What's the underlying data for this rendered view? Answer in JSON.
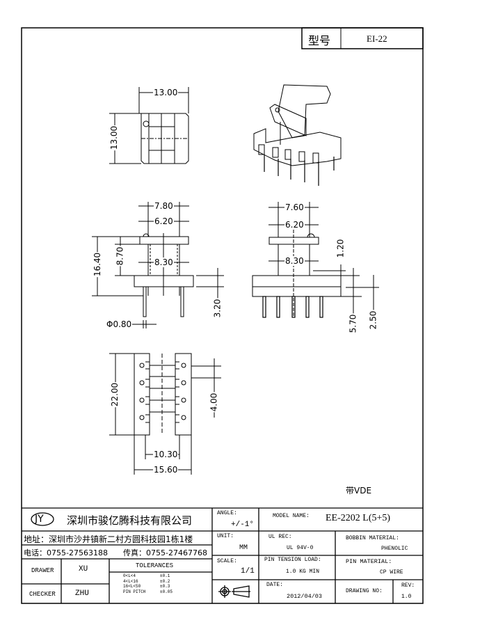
{
  "header": {
    "model_label": "型号",
    "model_value": "EI-22"
  },
  "dimensions": {
    "top_width": "13.00",
    "top_height": "13.00",
    "front": {
      "w1": "7.80",
      "w2": "6.20",
      "w3": "8.30",
      "h_total": "16.40",
      "h_window": "8.70",
      "pin_len": "3.20",
      "pin_dia": "Φ0.80"
    },
    "side": {
      "w1": "7.60",
      "w2": "6.20",
      "w3": "8.30",
      "h1": "1.20",
      "h2": "5.70",
      "h3": "2.50"
    },
    "bottom": {
      "length": "22.00",
      "pitch": "4.00",
      "inner": "10.30",
      "outer": "15.60"
    }
  },
  "note": "带VDE",
  "title_block": {
    "logo": "JY",
    "company": "深圳市骏亿腾科技有限公司",
    "address": "地址：深圳市沙井镇新二村方圆科技园1栋1楼",
    "phone": "电话：0755-27563188",
    "fax": "传真：0755-27467768",
    "drawer_label": "DRAWER",
    "drawer": "XU",
    "checker_label": "CHECKER",
    "checker": "ZHU",
    "tolerances_label": "TOLERANCES",
    "tolerances": [
      {
        "range": "0<L<4",
        "value": "±0.1"
      },
      {
        "range": "4<L<16",
        "value": "±0.2"
      },
      {
        "range": "16<L<50",
        "value": "±0.3"
      },
      {
        "range": "PIN PITCH",
        "value": "±0.05"
      }
    ],
    "angle_label": "ANGLE:",
    "angle": "+/-1°",
    "unit_label": "UNIT:",
    "unit": "MM",
    "scale_label": "SCALE:",
    "scale": "1/1",
    "model_name_label": "MODEL NAME:",
    "model_name": "EE-2202 L(5+5)",
    "ul_label": "UL REC:",
    "ul": "UL 94V-0",
    "bobbin_label": "BOBBIN MATERIAL:",
    "bobbin": "PHENOLIC",
    "tension_label": "PIN TENSION LOAD:",
    "tension": "1.0 KG MIN",
    "pin_mat_label": "PIN MATERIAL:",
    "pin_mat": "CP WIRE",
    "date_label": "DATE:",
    "date": "2012/04/03",
    "drawing_no_label": "DRAWING NO:",
    "rev_label": "REV:",
    "rev": "1.0"
  }
}
